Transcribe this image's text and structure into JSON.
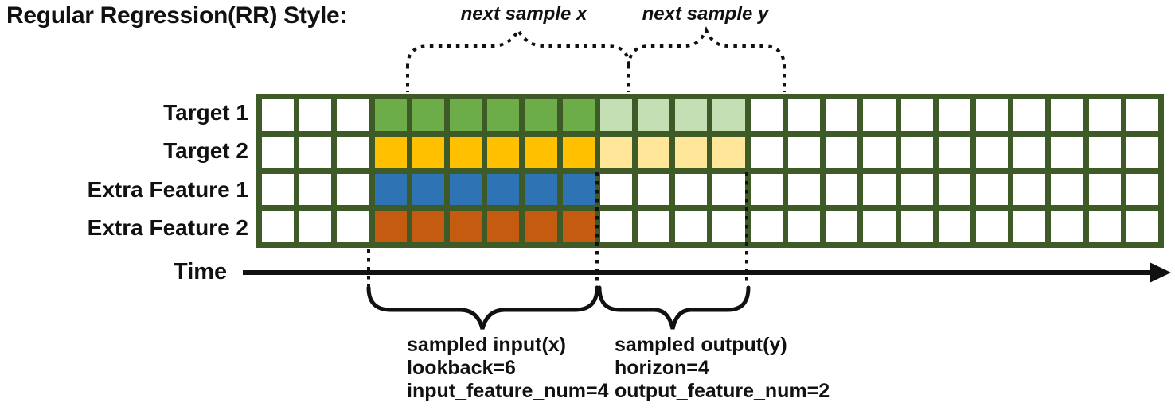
{
  "title": "Regular Regression(RR) Style:",
  "colors": {
    "ink": "#111111",
    "grid_border": "#3E5A26"
  },
  "grid": {
    "columns": 24,
    "input_start_col": 4,
    "lookback": 6,
    "horizon": 4,
    "rows": [
      {
        "label": "Target 1",
        "input_color": "#6CAC49",
        "output_color": "#C5DFB4"
      },
      {
        "label": "Target 2",
        "input_color": "#FFC000",
        "output_color": "#FFE699"
      },
      {
        "label": "Extra Feature 1",
        "input_color": "#2E74B5",
        "output_color": null
      },
      {
        "label": "Extra Feature 2",
        "input_color": "#C55A11",
        "output_color": null
      }
    ]
  },
  "time_axis": {
    "label": "Time"
  },
  "annotations": {
    "next_sample_x": "next sample x",
    "next_sample_y": "next sample y",
    "input": {
      "lines": [
        "sampled input(x)",
        "lookback=6",
        "input_feature_num=4"
      ]
    },
    "output": {
      "lines": [
        "sampled output(y)",
        "horizon=4",
        "output_feature_num=2"
      ]
    }
  }
}
